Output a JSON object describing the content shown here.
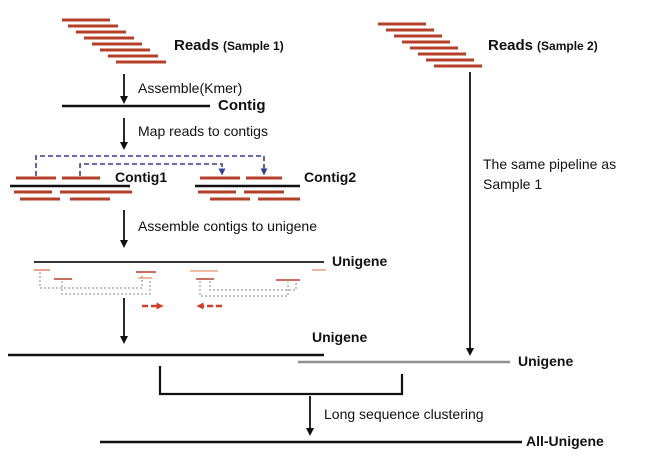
{
  "labels": {
    "reads_sample1": "Reads",
    "reads_sample1_suffix": "(Sample 1)",
    "reads_sample2": "Reads",
    "reads_sample2_suffix": "(Sample 2)",
    "step_assemble": "Assemble(Kmer)",
    "contig": "Contig",
    "step_map": "Map reads to contigs",
    "contig1": "Contig1",
    "contig2": "Contig2",
    "same_pipeline_line1": "The same pipeline as",
    "same_pipeline_line2": "Sample 1",
    "step_assemble_unigene": "Assemble contigs to unigene",
    "unigene_top": "Unigene",
    "unigene_mid": "Unigene",
    "unigene_sample2": "Unigene",
    "step_cluster": "Long sequence clustering",
    "all_unigene": "All-Unigene"
  },
  "colors": {
    "read": "#b5402a",
    "read_shadow": "#e8a58c",
    "line": "#111111",
    "dashed_blue": "#3a3f8f",
    "dotted_gray": "#888888",
    "arrow_red": "#d63a2a",
    "sample2_unigene": "#8f8f8f"
  }
}
